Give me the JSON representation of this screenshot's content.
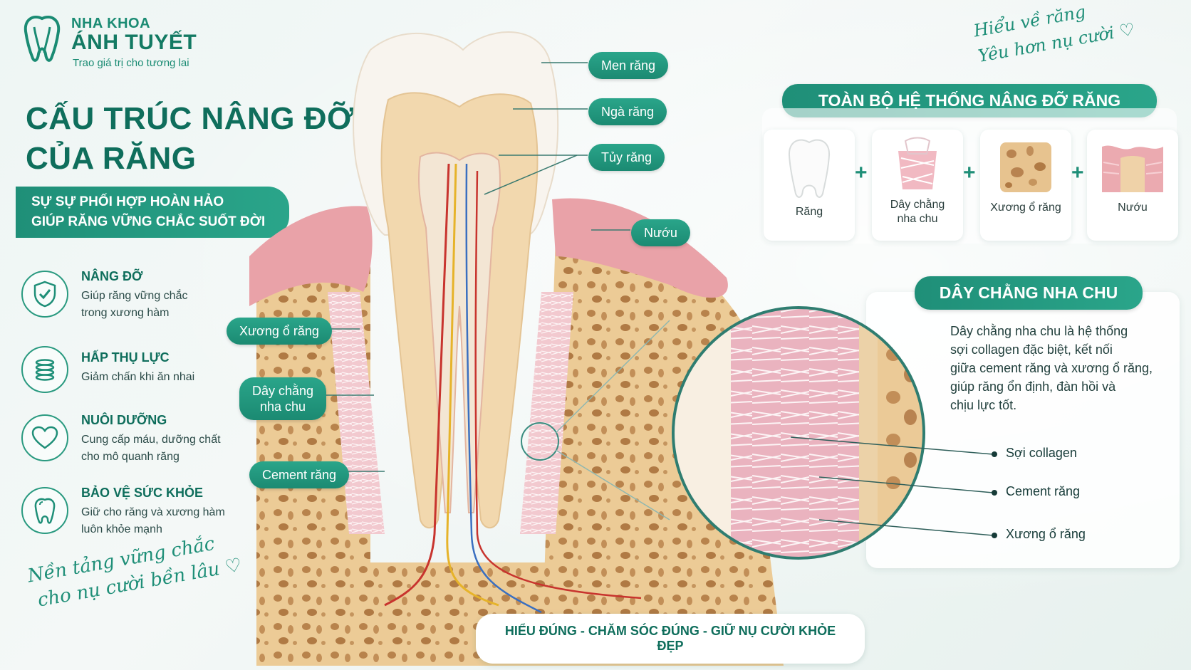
{
  "brand": {
    "line1": "NHA KHOA",
    "line2": "ÁNH TUYẾT",
    "tagline": "Trao giá trị cho tương lai"
  },
  "title": {
    "line1": "CẤU TRÚC NÂNG ĐỠ",
    "line2": "CỦA RĂNG"
  },
  "subtitle": {
    "line1": "SỰ SỰ PHỐI HỢP HOÀN HẢO",
    "line2": "GIÚP RĂNG VỮNG CHẮC SUỐT ĐỜI"
  },
  "features": [
    {
      "title": "NÂNG ĐỠ",
      "desc1": "Giúp răng vững chắc",
      "desc2": "trong xương hàm",
      "icon": "shield-check-icon"
    },
    {
      "title": "HẤP THỤ LỰC",
      "desc1": "Giảm chấn khi ăn nhai",
      "desc2": "",
      "icon": "spring-icon"
    },
    {
      "title": "NUÔI DƯỠNG",
      "desc1": "Cung cấp máu, dưỡng chất",
      "desc2": "cho mô quanh răng",
      "icon": "heart-icon"
    },
    {
      "title": "BẢO VỆ SỨC KHỎE",
      "desc1": "Giữ cho răng và xương hàm",
      "desc2": "luôn khỏe mạnh",
      "icon": "tooth-icon"
    }
  ],
  "slogan_left": {
    "line1": "Nền tảng vững chắc",
    "line2": "cho nụ cười bền lâu ♡"
  },
  "slogan_right": {
    "line1": "Hiểu về răng",
    "line2": "Yêu hơn nụ cười ♡"
  },
  "tooth_labels": {
    "enamel": "Men răng",
    "dentin": "Ngà răng",
    "pulp": "Tủy răng",
    "gum": "Nướu",
    "alveolar_bone": "Xương ổ răng",
    "ligament1": "Dây chằng",
    "ligament2": "nha chu",
    "cementum": "Cement răng"
  },
  "system": {
    "title": "TOÀN BỘ HỆ THỐNG NÂNG ĐỠ RĂNG",
    "items": [
      {
        "label1": "Răng",
        "label2": ""
      },
      {
        "label1": "Dây chằng",
        "label2": "nha chu"
      },
      {
        "label1": "Xương ổ răng",
        "label2": ""
      },
      {
        "label1": "Nướu",
        "label2": ""
      }
    ],
    "plus": "+"
  },
  "ligament_section": {
    "title": "DÂY CHẰNG NHA CHU",
    "desc": [
      "Dây chằng nha chu là hệ thống",
      "sợi collagen đặc biệt, kết nối",
      "giữa cement răng và xương ổ răng,",
      "giúp răng ổn định, đàn hồi và",
      "chịu lực tốt."
    ],
    "callouts": [
      "Sợi collagen",
      "Cement răng",
      "Xương ổ răng"
    ]
  },
  "footer": "HIỂU ĐÚNG - CHĂM SÓC ĐÚNG - GIỮ NỤ CƯỜI KHỎE ĐẸP",
  "colors": {
    "brand": "#1a8b73",
    "brand_dark": "#0f6e5c",
    "gum": "#e89aa0",
    "bone": "#e8c48f",
    "enamel": "#f7f3ec",
    "dentin": "#f2d9b0"
  }
}
